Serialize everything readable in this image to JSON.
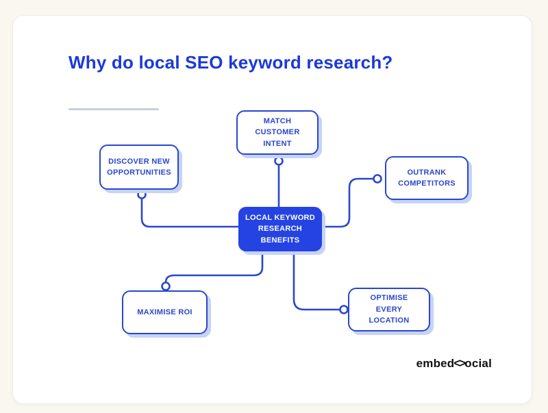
{
  "title": "Why do local SEO keyword research?",
  "diagram": {
    "center": {
      "label": "LOCAL KEYWORD RESEARCH BENEFITS"
    },
    "nodes": [
      {
        "id": "match-customer-intent",
        "label": "MATCH CUSTOMER INTENT"
      },
      {
        "id": "discover-new-opportunities",
        "label": "DISCOVER NEW OPPORTUNITIES"
      },
      {
        "id": "outrank-competitors",
        "label": "OUTRANK COMPETITORS"
      },
      {
        "id": "maximise-roi",
        "label": "MAXIMISE ROI"
      },
      {
        "id": "optimise-every-location",
        "label": "OPTIMISE EVERY LOCATION"
      }
    ]
  },
  "brand": {
    "logo_prefix": "embed",
    "logo_glyph": "<>",
    "logo_suffix": "ocial"
  },
  "theme": {
    "bg": "#faf7f1",
    "card": "#ffffff",
    "accent": "#1b39d9",
    "line": "#2946cd",
    "node-text": "#2946cd",
    "center-fill": "#2443e2",
    "shadow": "#c6d3f5",
    "divider": "#c6cfdd",
    "logo": "#111111"
  }
}
